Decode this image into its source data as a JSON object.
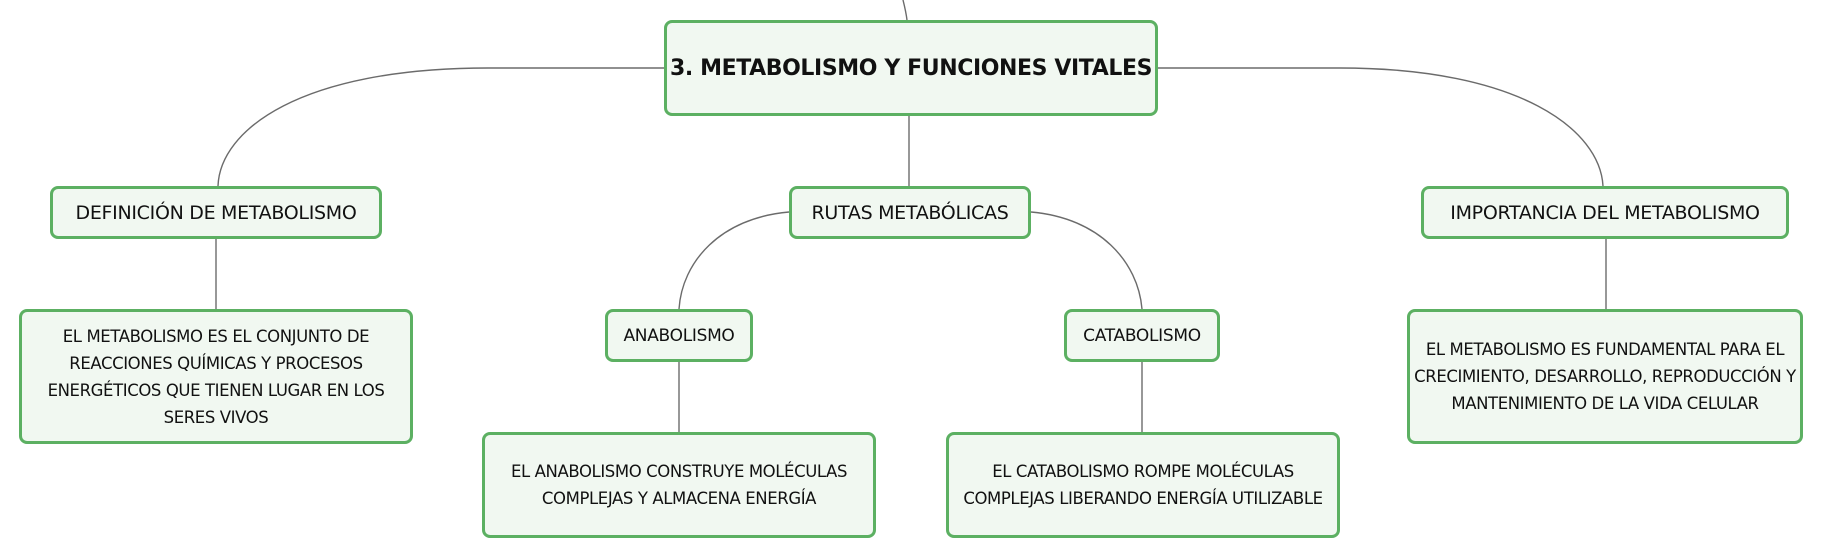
{
  "diagram": {
    "root": {
      "label": "3. METABOLISMO Y FUNCIONES VITALES"
    },
    "branches": {
      "definicion": {
        "label": "DEFINICIÓN DE METABOLISMO",
        "detail": "EL METABOLISMO ES EL CONJUNTO DE REACCIONES QUÍMICAS Y PROCESOS ENERGÉTICOS QUE TIENEN LUGAR EN LOS SERES VIVOS"
      },
      "rutas": {
        "label": "RUTAS METABÓLICAS",
        "anabolismo": {
          "label": "ANABOLISMO",
          "detail": "EL ANABOLISMO CONSTRUYE MOLÉCULAS COMPLEJAS Y ALMACENA ENERGÍA"
        },
        "catabolismo": {
          "label": "CATABOLISMO",
          "detail": "EL CATABOLISMO ROMPE MOLÉCULAS COMPLEJAS LIBERANDO ENERGÍA UTILIZABLE"
        }
      },
      "importancia": {
        "label": "IMPORTANCIA DEL METABOLISMO",
        "detail": "EL METABOLISMO ES FUNDAMENTAL PARA EL CRECIMIENTO, DESARROLLO, REPRODUCCIÓN Y MANTENIMIENTO DE LA VIDA CELULAR"
      }
    },
    "colors": {
      "node_fill": "#f1f8f1",
      "node_border": "#5cb062",
      "connector": "#6b6b6b",
      "text": "#111111"
    }
  }
}
